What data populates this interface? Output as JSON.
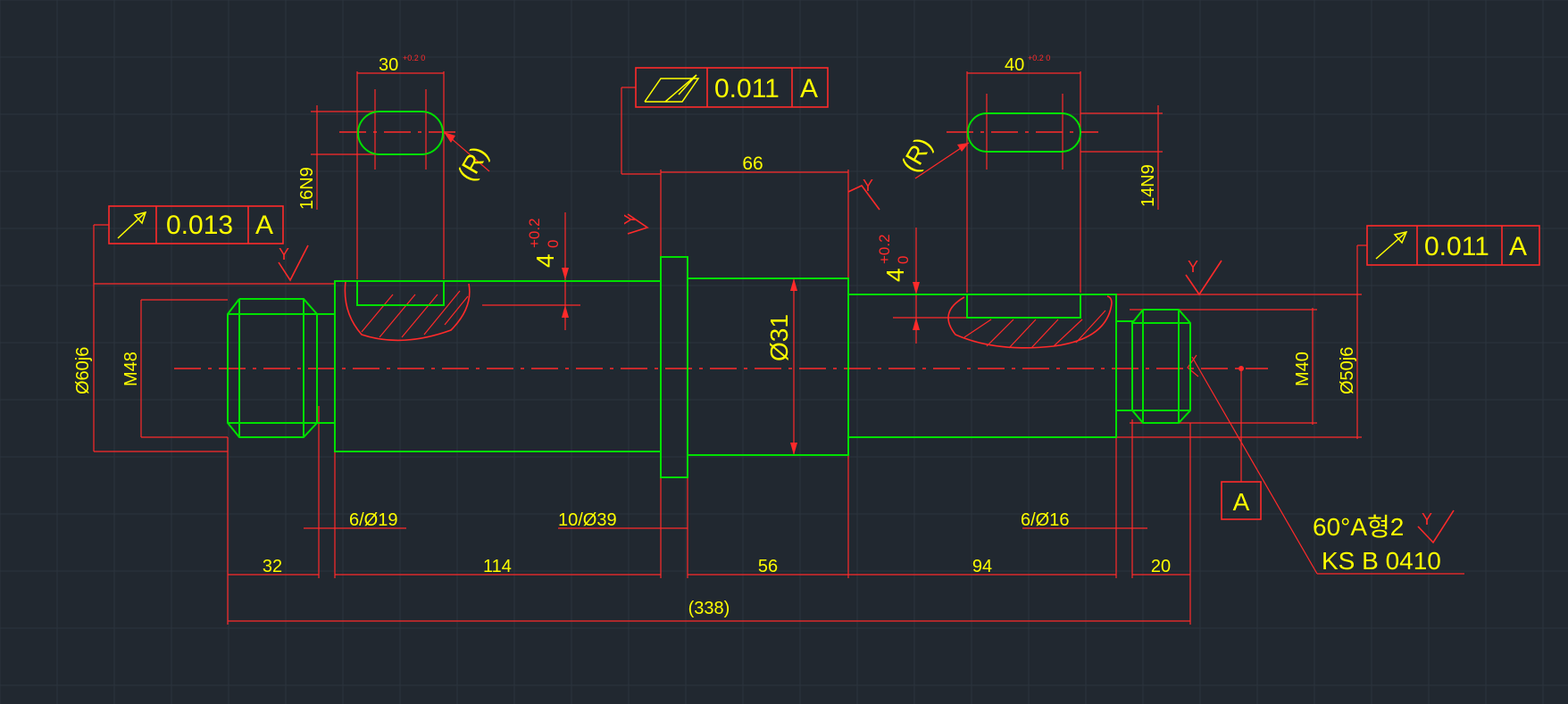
{
  "colors": {
    "background": "#212830",
    "grid": "#2c343e",
    "dimension": "#ff2a2a",
    "outline": "#00e000",
    "text": "#ffff00"
  },
  "dims": {
    "keyway_left_width": "30",
    "keyway_left_tol": "+0.2 0",
    "keyway_right_width": "40",
    "keyway_right_tol": "+0.2 0",
    "keyway_left_fit": "16N9",
    "keyway_right_fit": "14N9",
    "r_left": "(R)",
    "r_right": "(R)",
    "depth_left_main": "4",
    "depth_left_tol_top": "+0.2",
    "depth_left_tol_bot": "0",
    "depth_right_main": "4",
    "depth_right_tol_top": "+0.2",
    "depth_right_tol_bot": "0",
    "collar_length": "66",
    "diameter_center": "Ø31",
    "diameter_left": "Ø60j6",
    "thread_left": "M48",
    "thread_right": "M40",
    "diameter_right": "Ø50j6",
    "undercut_1": "6/Ø19",
    "undercut_2": "10/Ø39",
    "undercut_3": "6/Ø16",
    "len_1": "32",
    "len_2": "114",
    "len_3": "56",
    "len_4": "94",
    "len_5": "20",
    "overall": "(338)"
  },
  "tolerance_frames": {
    "left": {
      "value": "0.013",
      "datum": "A"
    },
    "top": {
      "value": "0.011",
      "datum": "A"
    },
    "right": {
      "value": "0.011",
      "datum": "A"
    }
  },
  "datum_label": "A",
  "notes": {
    "center_hole": "60°A형2",
    "standard": "KS B 0410"
  },
  "symbols": {
    "finish_mark": "Y"
  }
}
